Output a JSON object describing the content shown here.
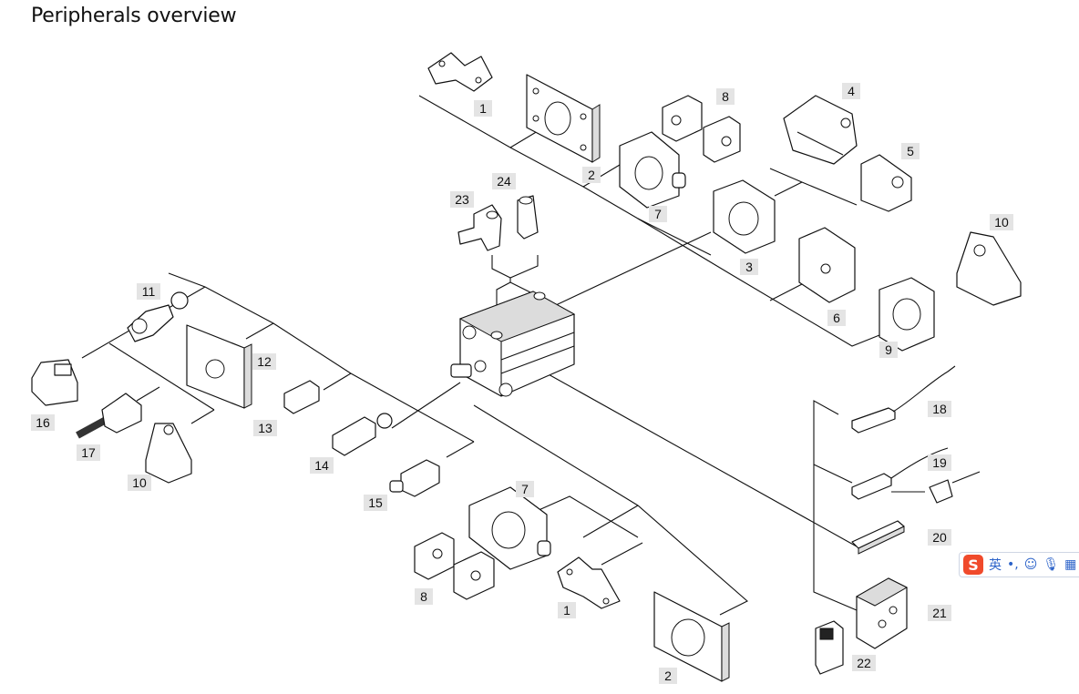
{
  "title": "Peripherals overview",
  "callouts": [
    "1",
    "2",
    "7",
    "8",
    "4",
    "5",
    "24",
    "23",
    "10",
    "3",
    "6",
    "9",
    "11",
    "12",
    "16",
    "13",
    "17",
    "10",
    "14",
    "15",
    "18",
    "19",
    "20",
    "7",
    "8",
    "1",
    "2",
    "21",
    "22"
  ],
  "ime_toolbar": {
    "logo": "S",
    "items": [
      {
        "icon": "lang-toggle-icon",
        "text": "英"
      },
      {
        "icon": "punctuation-icon",
        "text": "•,"
      },
      {
        "icon": "emoji-icon",
        "text": "☺"
      },
      {
        "icon": "microphone-icon",
        "text": "🎙"
      },
      {
        "icon": "keyboard-icon",
        "text": "▦"
      }
    ]
  }
}
